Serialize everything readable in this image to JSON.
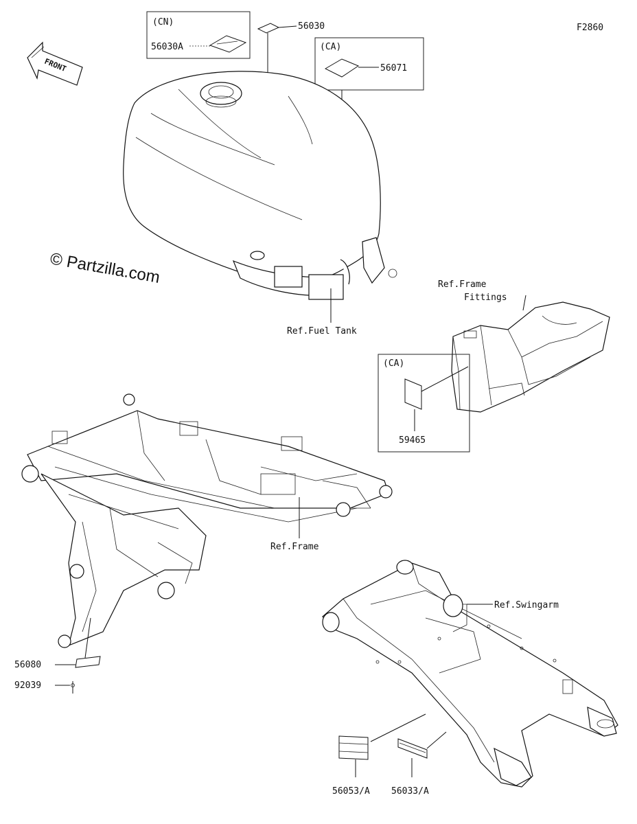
{
  "figure_code": "F2860",
  "watermark": "© Partzilla.com",
  "front_arrow_text": "FRONT",
  "boxes": {
    "cn": {
      "region": "(CN)",
      "part": "56030A"
    },
    "ca_tank": {
      "region": "(CA)",
      "part": "56071"
    },
    "ca_fittings": {
      "region": "(CA)",
      "part": "59465"
    }
  },
  "callouts": {
    "p56030": "56030",
    "p56080": "56080",
    "p92039": "92039",
    "p56053": "56053/A",
    "p56033": "56033/A"
  },
  "references": {
    "fuel_tank": "Ref.Fuel Tank",
    "frame_fittings_1": "Ref.Frame",
    "frame_fittings_2": "Fittings",
    "frame": "Ref.Frame",
    "swingarm": "Ref.Swingarm"
  }
}
